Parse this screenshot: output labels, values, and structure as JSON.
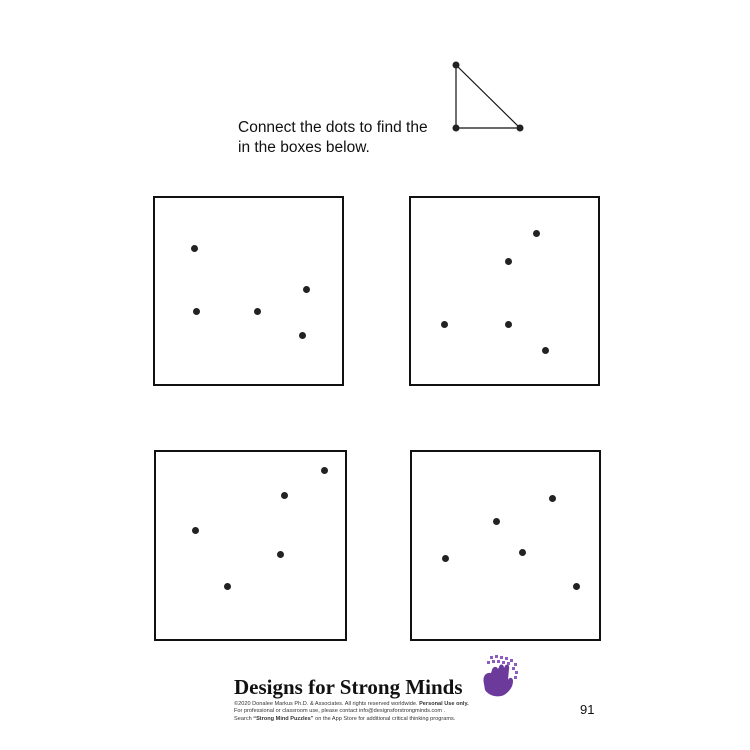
{
  "instructions": {
    "line1": "Connect the dots to find the",
    "line2": "in the boxes below."
  },
  "sample_shape": {
    "name": "triangle",
    "dots": [
      [
        0,
        0
      ],
      [
        0,
        1
      ],
      [
        1,
        1
      ]
    ]
  },
  "boxes": [
    {
      "label": "box-1",
      "dots": [
        [
          0.21,
          0.27
        ],
        [
          0.81,
          0.49
        ],
        [
          0.22,
          0.61
        ],
        [
          0.55,
          0.61
        ],
        [
          0.79,
          0.74
        ]
      ]
    },
    {
      "label": "box-2",
      "dots": [
        [
          0.67,
          0.19
        ],
        [
          0.52,
          0.34
        ],
        [
          0.18,
          0.68
        ],
        [
          0.52,
          0.68
        ],
        [
          0.72,
          0.82
        ]
      ]
    },
    {
      "label": "box-3",
      "dots": [
        [
          0.89,
          0.1
        ],
        [
          0.68,
          0.23
        ],
        [
          0.21,
          0.42
        ],
        [
          0.66,
          0.55
        ],
        [
          0.38,
          0.72
        ]
      ]
    },
    {
      "label": "box-4",
      "dots": [
        [
          0.75,
          0.25
        ],
        [
          0.45,
          0.37
        ],
        [
          0.59,
          0.54
        ],
        [
          0.18,
          0.57
        ],
        [
          0.88,
          0.72
        ]
      ]
    }
  ],
  "footer": {
    "brand": "Designs for Strong Minds",
    "copyright_prefix": "©2020 Donalee Markus Ph.D. & Associates. All rights reserved worldwide. ",
    "copyright_bold": "Personal Use only.",
    "contact": "For professional or classroom use, please contact info@designsforstrongminds.com .",
    "search_prefix": "Search ",
    "search_bold": "“Strong Mind Puzzles”",
    "search_suffix": " on the App Store for additional critical thinking programs.",
    "logo_color": "#6b3a9a"
  },
  "page_number": "91"
}
